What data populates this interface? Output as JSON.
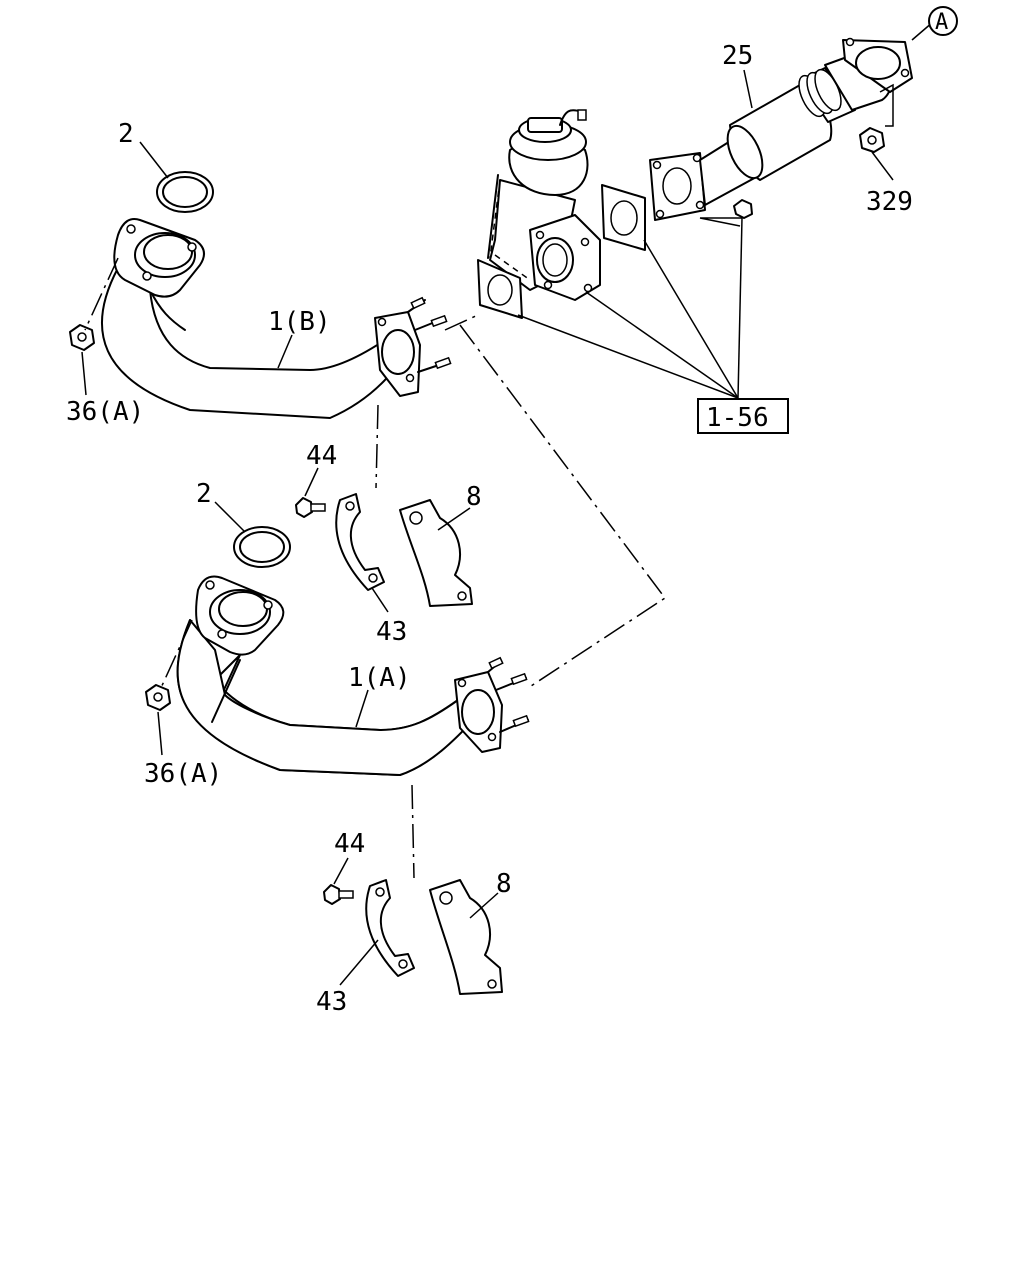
{
  "diagram": {
    "labels": {
      "gasket_upper": "2",
      "pipe_b": "1(B)",
      "nut_upper": "36(A)",
      "bolt_upper": "44",
      "gasket_lower": "2",
      "bracket_upper": "8",
      "clamp_upper": "43",
      "pipe_a": "1(A)",
      "nut_lower": "36(A)",
      "bolt_lower": "44",
      "bracket_lower": "8",
      "clamp_lower": "43",
      "flex_pipe": "25",
      "nut_right": "329",
      "ref_box": "1-56",
      "ref_circle": "A"
    }
  }
}
